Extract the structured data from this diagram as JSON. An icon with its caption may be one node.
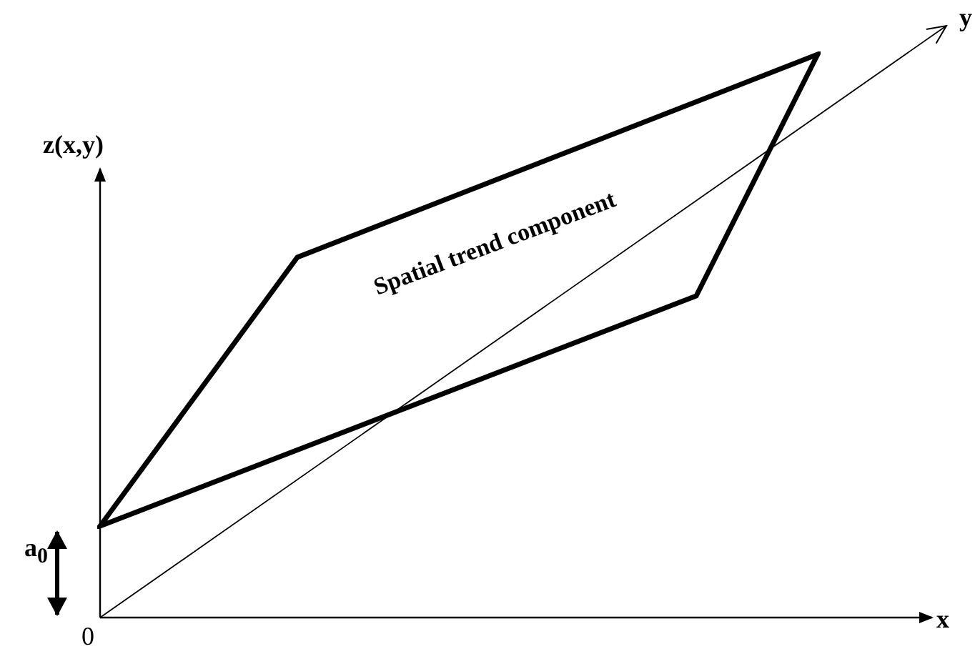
{
  "diagram": {
    "nodes": [
      {
        "text": [
          "Spatial trend component"
        ]
      }
    ],
    "labels": [
      "z(x,y)",
      "y",
      "x",
      "a$_{0}$",
      "0"
    ]
  }
}
